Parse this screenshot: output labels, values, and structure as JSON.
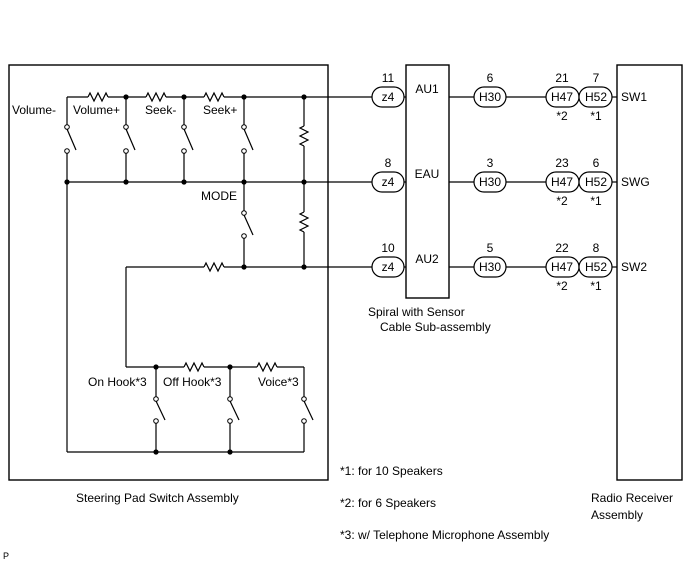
{
  "assemblies": {
    "steering": "Steering Pad Switch Assembly",
    "spiral_line1": "Spiral with Sensor",
    "spiral_line2": "Cable Sub-assembly",
    "radio_line1": "Radio Receiver",
    "radio_line2": "Assembly"
  },
  "switches": {
    "volume_minus": "Volume-",
    "volume_plus": "Volume+",
    "seek_minus": "Seek-",
    "seek_plus": "Seek+",
    "mode": "MODE",
    "on_hook": "On Hook*3",
    "off_hook": "Off Hook*3",
    "voice": "Voice*3"
  },
  "circuits": [
    {
      "spiral_pin": "11",
      "spiral_conn": "z4",
      "spiral_term": "AU1",
      "h30_pin": "6",
      "h30_conn": "H30",
      "h47_pin": "21",
      "h47_conn": "H47",
      "h52_pin": "7",
      "h52_conn": "H52",
      "radio_term": "SW1",
      "note_h47": "*2",
      "note_h52": "*1"
    },
    {
      "spiral_pin": "8",
      "spiral_conn": "z4",
      "spiral_term": "EAU",
      "h30_pin": "3",
      "h30_conn": "H30",
      "h47_pin": "23",
      "h47_conn": "H47",
      "h52_pin": "6",
      "h52_conn": "H52",
      "radio_term": "SWG",
      "note_h47": "*2",
      "note_h52": "*1"
    },
    {
      "spiral_pin": "10",
      "spiral_conn": "z4",
      "spiral_term": "AU2",
      "h30_pin": "5",
      "h30_conn": "H30",
      "h47_pin": "22",
      "h47_conn": "H47",
      "h52_pin": "8",
      "h52_conn": "H52",
      "radio_term": "SW2",
      "note_h47": "*2",
      "note_h52": "*1"
    }
  ],
  "notes": [
    "*1: for 10 Speakers",
    "*2: for 6 Speakers",
    "*3: w/ Telephone Microphone Assembly"
  ],
  "page_marker": "P"
}
